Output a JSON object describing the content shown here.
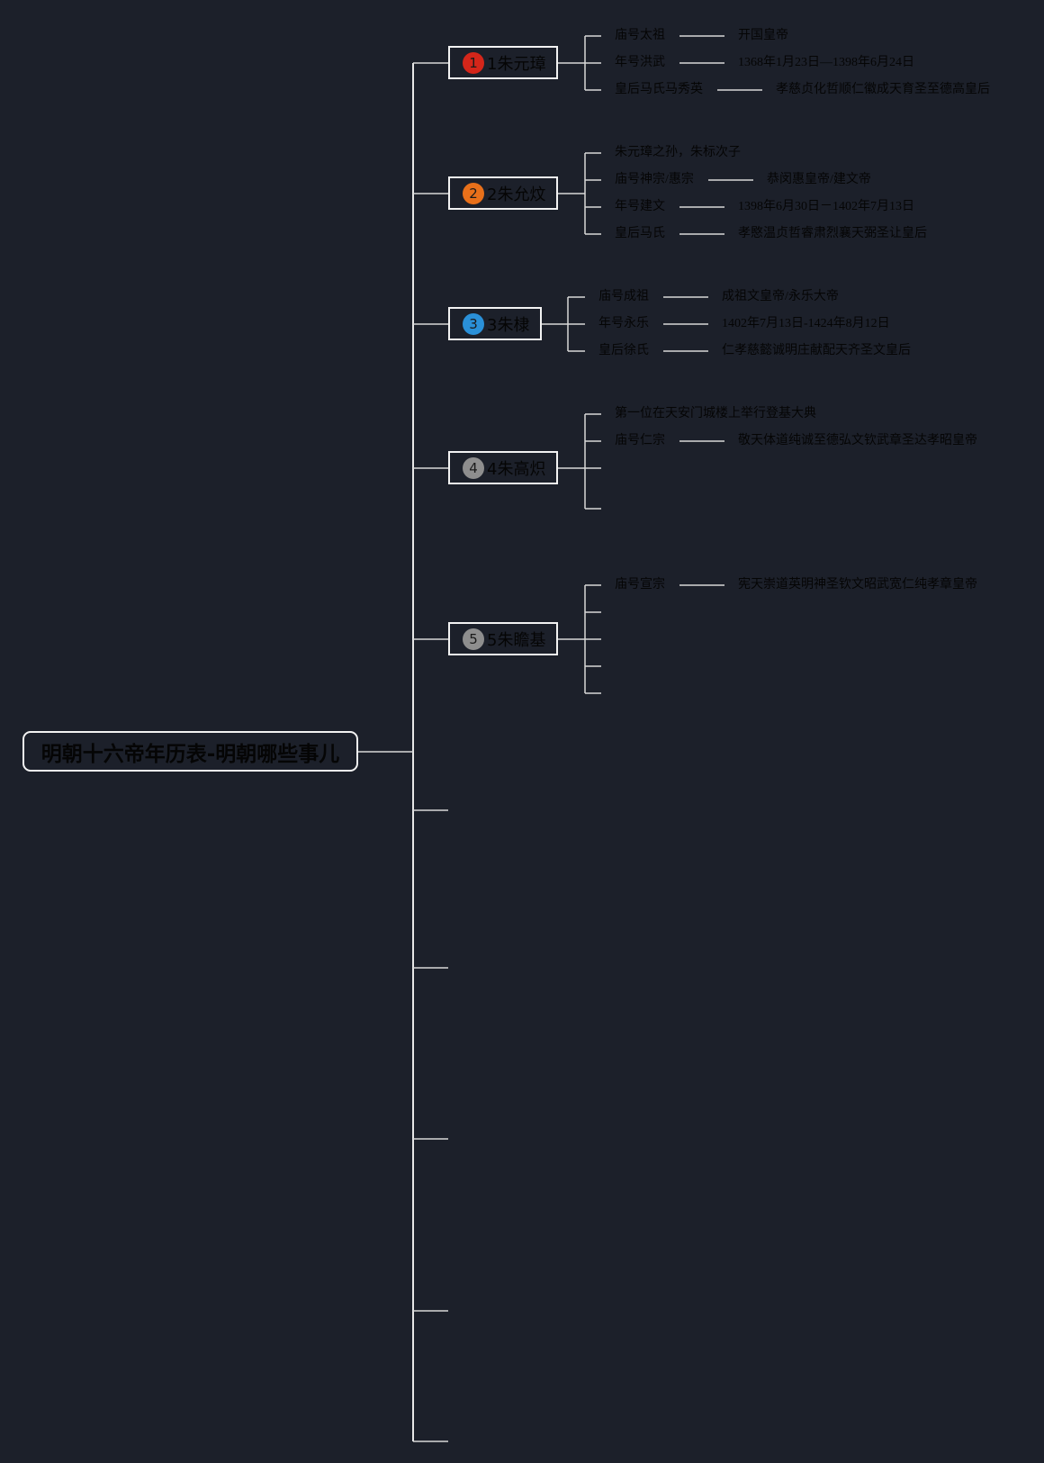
{
  "root": {
    "title": "明朝十六帝年历表-明朝哪些事儿"
  },
  "emperors": [
    {
      "badge": "1",
      "badge_color": "#d4261a",
      "name": "1朱元璋",
      "details": [
        {
          "label": "庙号太祖",
          "value": "开国皇帝"
        },
        {
          "label": "年号洪武",
          "value": "1368年1月23日—1398年6月24日"
        },
        {
          "label": "皇后马氏马秀英",
          "value": "孝慈贞化哲顺仁徽成天育圣至德高皇后"
        }
      ]
    },
    {
      "badge": "2",
      "badge_color": "#e8701a",
      "name": "2朱允炆",
      "details": [
        {
          "label": "朱元璋之孙，朱标次子"
        },
        {
          "label": "庙号神宗/惠宗",
          "value": "恭闵惠皇帝/建文帝"
        },
        {
          "label": "年号建文",
          "value": "1398年6月30日－1402年7月13日"
        },
        {
          "label": "皇后马氏",
          "value": "孝愍温贞哲睿肃烈襄天弼圣让皇后"
        }
      ]
    },
    {
      "badge": "3",
      "badge_color": "#2a90d8",
      "name": "3朱棣",
      "details": [
        {
          "label": "庙号成祖",
          "value": "成祖文皇帝/永乐大帝"
        },
        {
          "label": "年号永乐",
          "value": "1402年7月13日-1424年8月12日"
        },
        {
          "label": "皇后徐氏",
          "value": "仁孝慈懿诚明庄献配天齐圣文皇后"
        }
      ]
    },
    {
      "badge": "4",
      "badge_color": "#8e8e8e",
      "name": "4朱高炽",
      "details": [
        {
          "label": "第一位在天安门城楼上举行登基大典"
        },
        {
          "label": "庙号仁宗",
          "value": "敬天体道纯诚至德弘文钦武章圣达孝昭皇帝"
        }
      ]
    },
    {
      "badge": "5",
      "badge_color": "#8e8e8e",
      "name": "5朱瞻基",
      "details": [
        {
          "label": "庙号宣宗",
          "value": "宪天崇道英明神圣钦文昭武宽仁纯孝章皇帝"
        }
      ]
    }
  ]
}
